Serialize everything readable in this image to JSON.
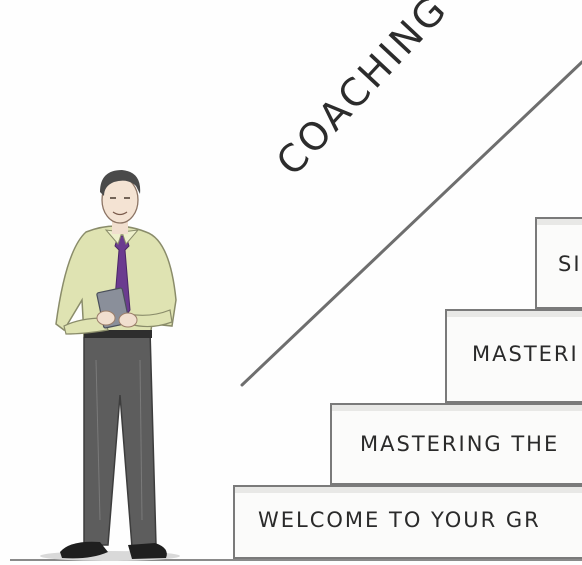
{
  "diagonal_title": "COACHING AND",
  "steps": [
    {
      "label": "WELCOME TO YOUR GR"
    },
    {
      "label": "MASTERING THE"
    },
    {
      "label": "MASTERI"
    },
    {
      "label": "SI"
    }
  ],
  "colors": {
    "shirt": "#dfe3b2",
    "tie": "#6b3b8f",
    "trousers": "#5a5a5a",
    "line": "#6e6e6e"
  }
}
